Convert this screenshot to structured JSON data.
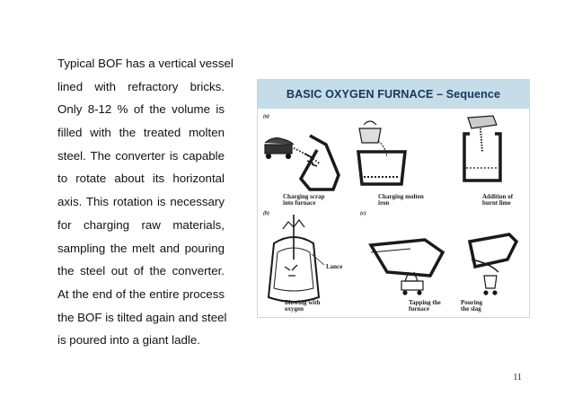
{
  "body_text": {
    "lines": [
      "Typical BOF has a vertical vessel",
      "lined with refractory bricks.",
      "Only 8-12 % of the volume is",
      "filled with the treated molten",
      "steel. The converter is capable",
      "to rotate about its horizontal",
      "axis. This rotation is necessary",
      "for charging raw materials,",
      "sampling the melt and pouring",
      "the steel out of the converter.",
      "At the end of the entire process",
      "the BOF is tilted again and steel",
      "is poured into a giant ladle."
    ]
  },
  "figure": {
    "title": "BASIC OXYGEN FURNACE – Sequence",
    "panel_labels": {
      "a": "(a)",
      "b": "(b)",
      "c": "(c)"
    },
    "captions": {
      "charging_scrap": [
        "Charging scrap",
        "into furnace"
      ],
      "charging_iron": [
        "Charging molten",
        "iron"
      ],
      "addition_lime": [
        "Addition of",
        "burnt lime"
      ],
      "blowing_oxygen": [
        "Blowing with",
        "oxygen"
      ],
      "tapping": [
        "Tapping the",
        "furnace"
      ],
      "pouring_slag": [
        "Pouring",
        "the slag"
      ]
    },
    "lance_label": "Lance"
  },
  "page_number": "11"
}
